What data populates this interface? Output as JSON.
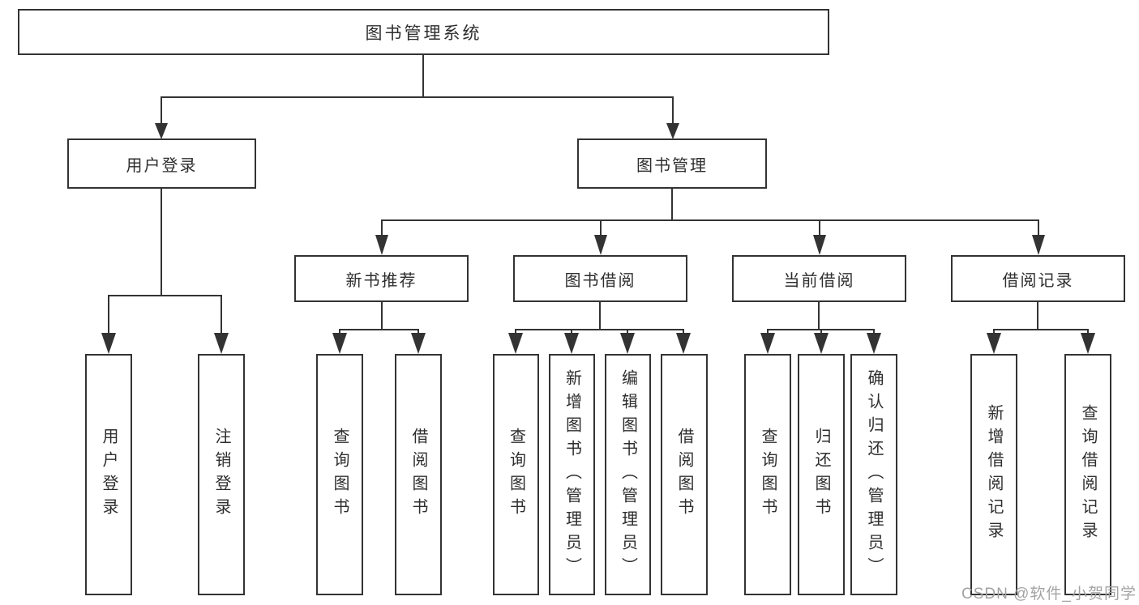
{
  "tree": {
    "label": "图书管理系统",
    "children": [
      {
        "label": "用户登录",
        "children": [
          {
            "label": "用户登录"
          },
          {
            "label": "注销登录"
          }
        ]
      },
      {
        "label": "图书管理",
        "children": [
          {
            "label": "新书推荐",
            "children": [
              {
                "label": "查询图书"
              },
              {
                "label": "借阅图书"
              }
            ]
          },
          {
            "label": "图书借阅",
            "children": [
              {
                "label": "查询图书"
              },
              {
                "label": "新增图书（管理员）"
              },
              {
                "label": "编辑图书（管理员）"
              },
              {
                "label": "借阅图书"
              }
            ]
          },
          {
            "label": "当前借阅",
            "children": [
              {
                "label": "查询图书"
              },
              {
                "label": "归还图书"
              },
              {
                "label": "确认归还（管理员）"
              }
            ]
          },
          {
            "label": "借阅记录",
            "children": [
              {
                "label": "新增借阅记录"
              },
              {
                "label": "查询借阅记录"
              }
            ]
          }
        ]
      }
    ]
  },
  "watermark": {
    "text": "CSDN @软件_小贺同学"
  },
  "colors": {
    "line": "#333333",
    "text": "#2e2e2e",
    "background": "#ffffff",
    "watermark": "#a3a3a3"
  }
}
